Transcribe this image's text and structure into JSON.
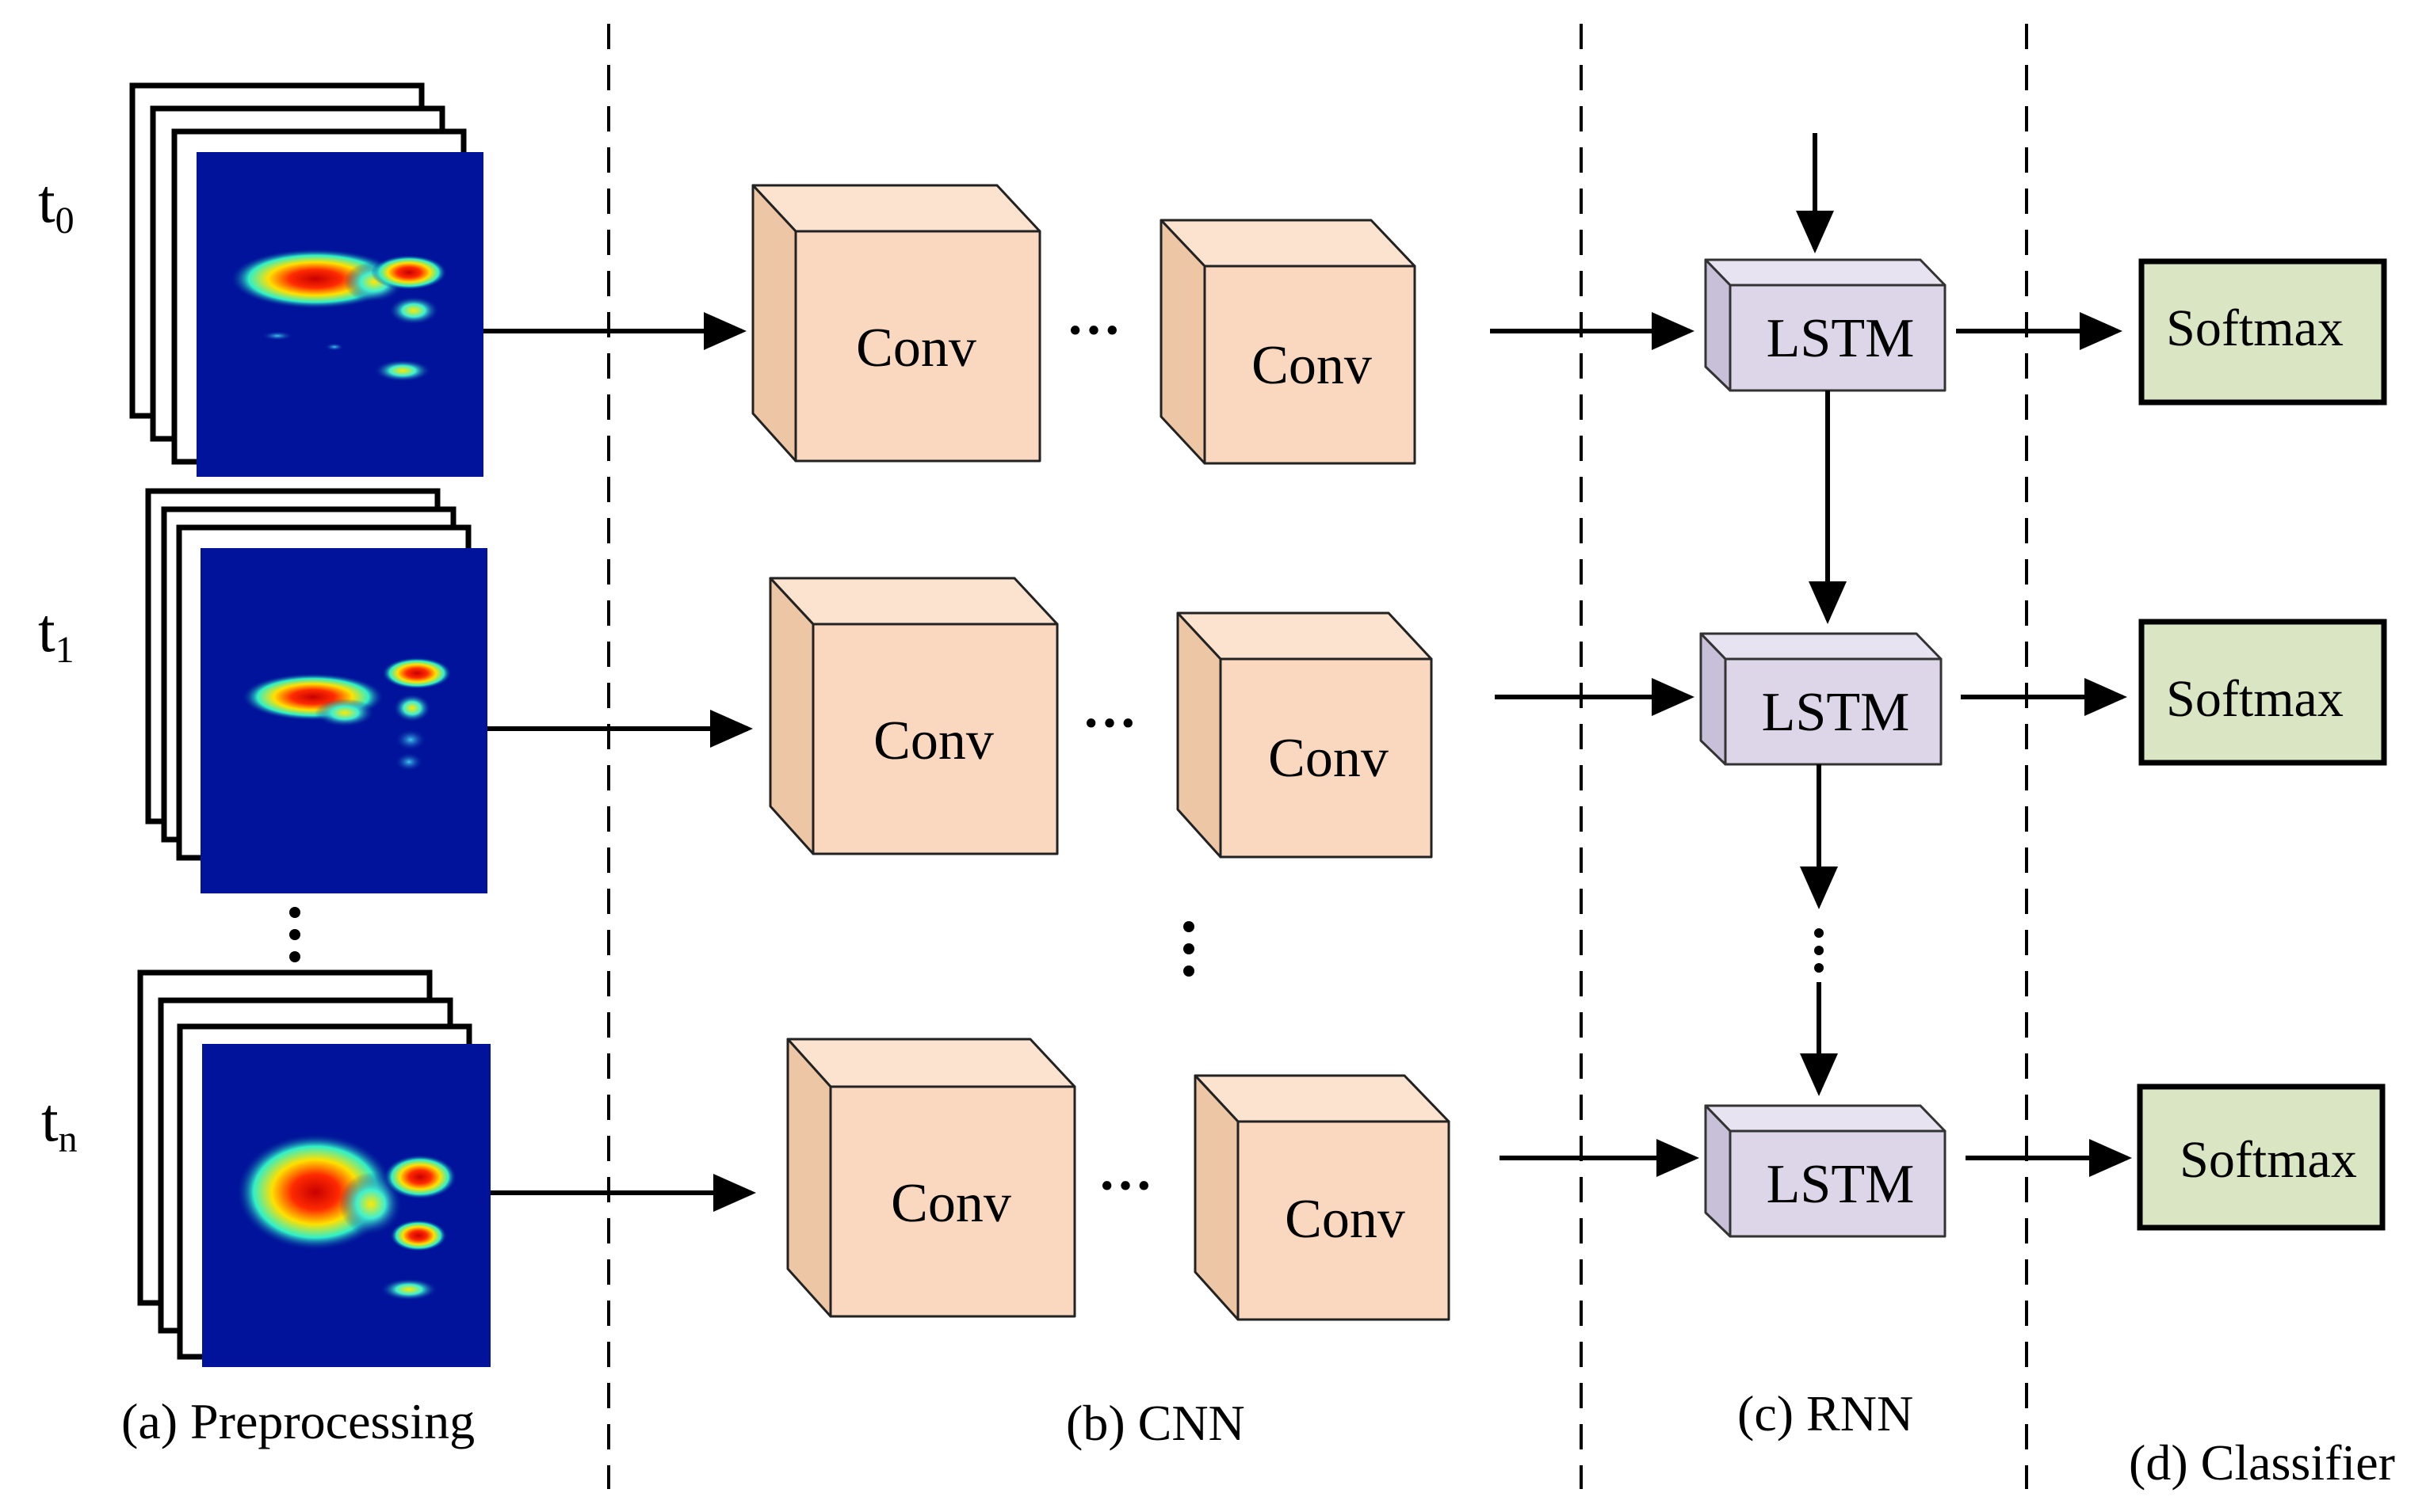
{
  "time_labels": [
    {
      "base": "t",
      "sub": "0"
    },
    {
      "base": "t",
      "sub": "1"
    },
    {
      "base": "t",
      "sub": "n"
    }
  ],
  "conv_label": "Conv",
  "lstm_label": "LSTM",
  "softmax_label": "Softmax",
  "ellipsis_h": "···",
  "sections": {
    "preprocessing": "(a) Preprocessing",
    "cnn": "(b) CNN",
    "rnn": "(c) RNN",
    "classifier": "(d) Classifier"
  },
  "colors": {
    "conv_fill": "#f9d8bf",
    "lstm_fill": "#dcd6e8",
    "softmax_fill": "#d9e5c3",
    "heatmap_bg": "#00139a"
  }
}
